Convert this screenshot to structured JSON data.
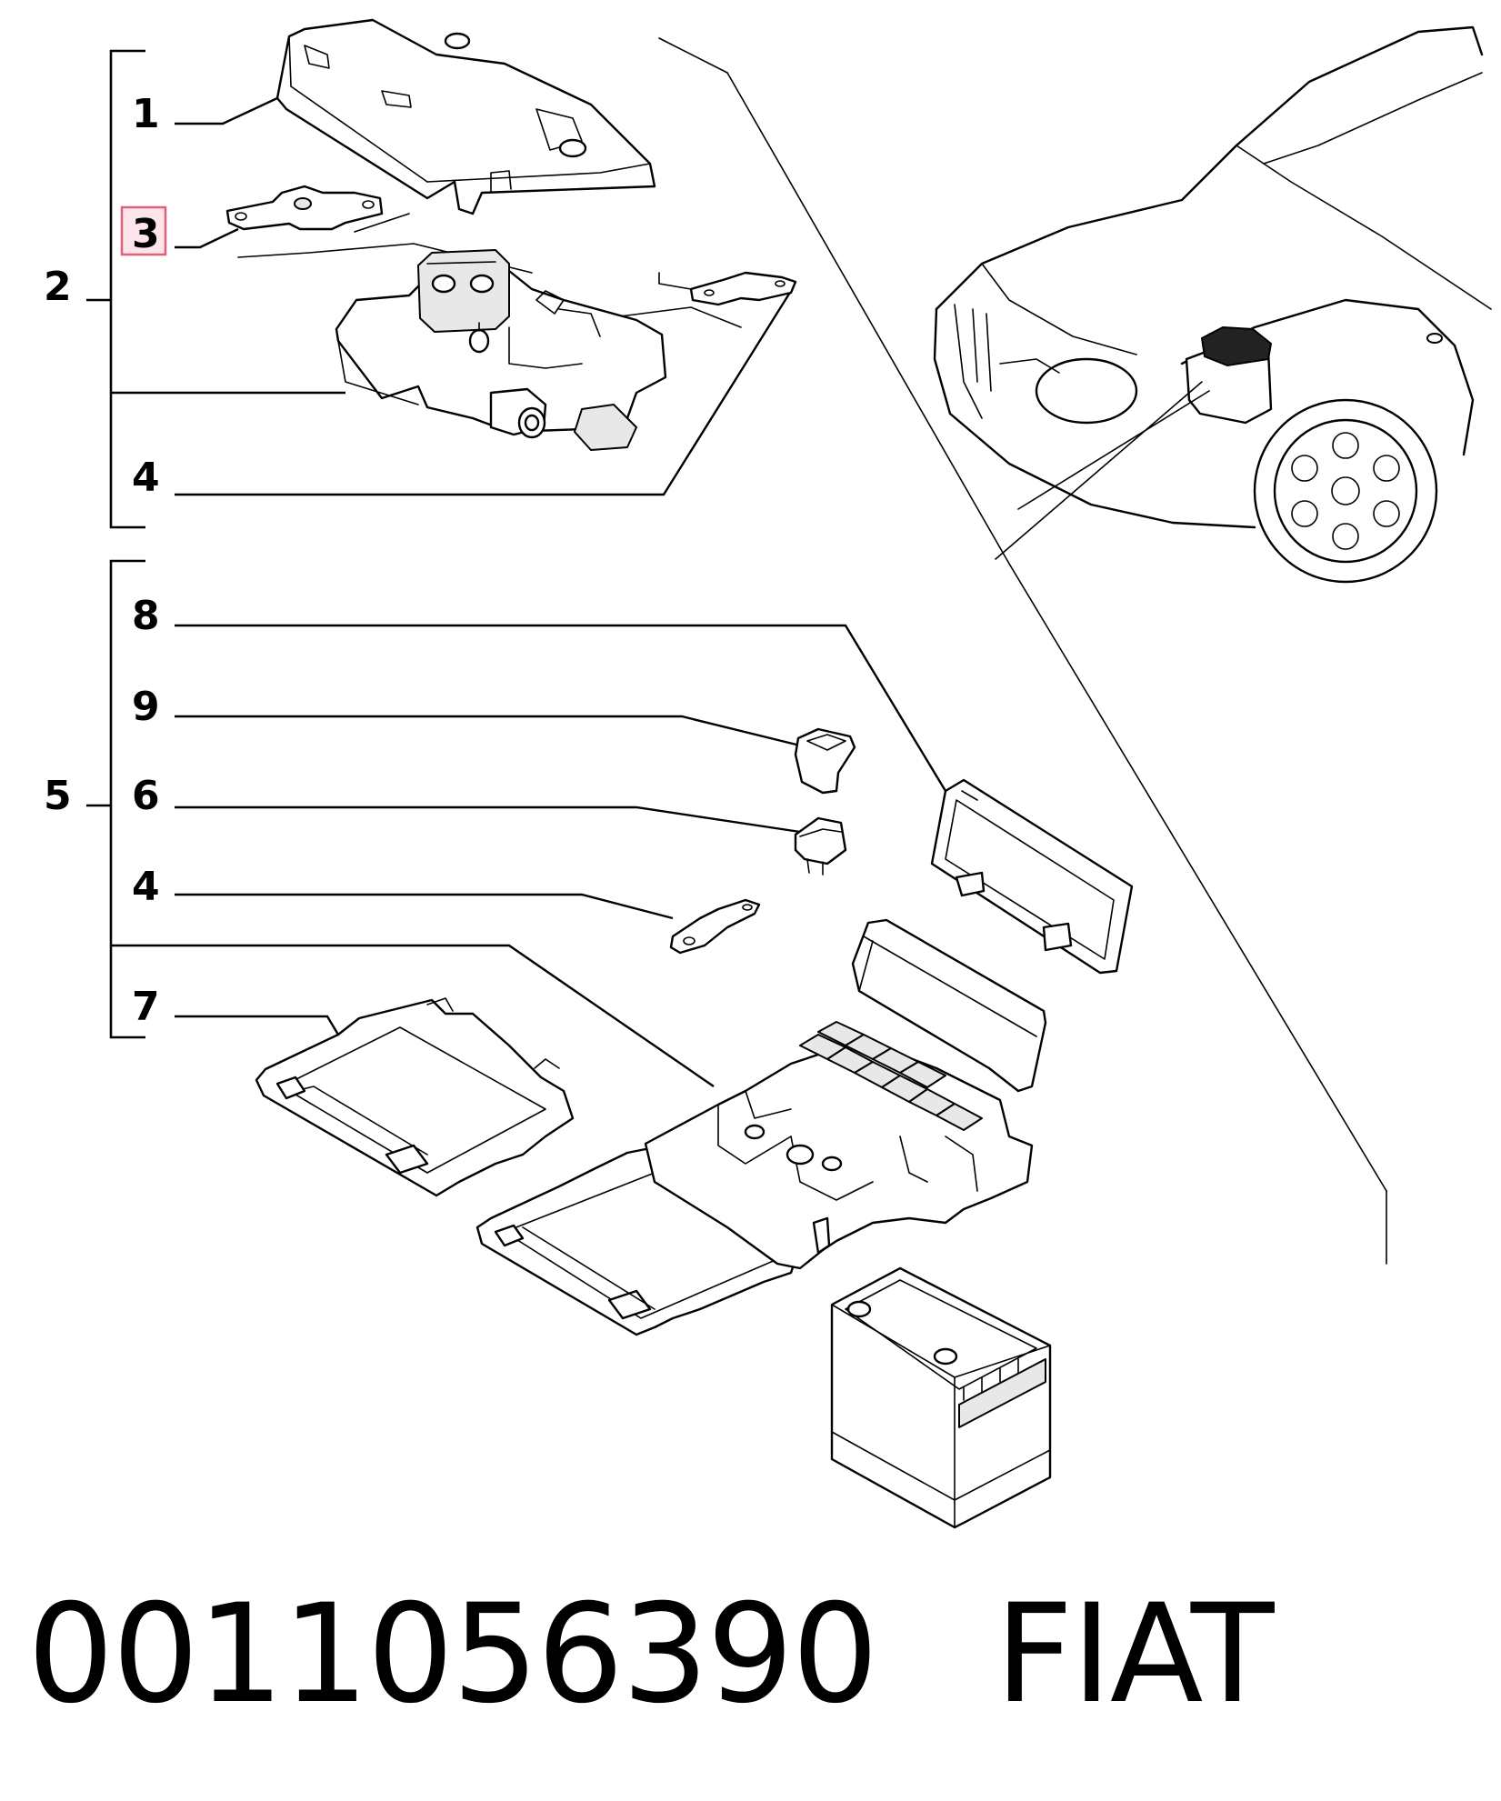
{
  "callouts": {
    "c1": "1",
    "c2": "2",
    "c3": "3",
    "c4a": "4",
    "c5": "5",
    "c6": "6",
    "c7": "7",
    "c8": "8",
    "c9": "9",
    "c4b": "4"
  },
  "highlight_color": "#e0607a",
  "footer": {
    "part_number": "0011056390",
    "brand": "FIAT"
  }
}
